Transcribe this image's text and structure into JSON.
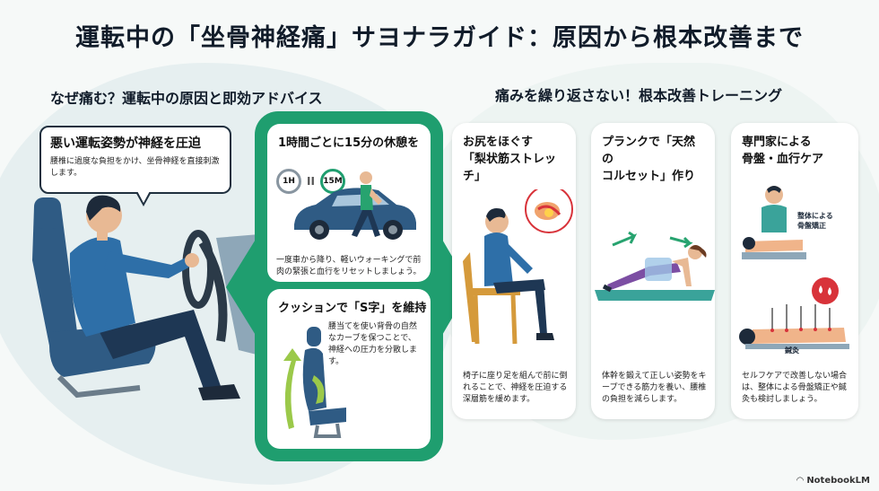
{
  "title": "運転中の「坐骨神経痛」サヨナラガイド：原因から根本改善まで",
  "left_section": {
    "title": "なぜ痛む？運転中の原因と即効アドバイス",
    "bubble": {
      "heading": "悪い運転姿勢が神経を圧迫",
      "text": "腰椎に過度な負担をかけ、坐骨神経を直接刺激します。"
    },
    "tips": [
      {
        "heading": "1時間ごとに15分の休憩を",
        "timer_1": "1H",
        "timer_2": "15M",
        "pause_symbol": "II",
        "text": "一度車から降り、軽いウォーキングで前肉の緊張と血行をリセットしましょう。"
      },
      {
        "heading": "クッションで「S字」を維持",
        "text": "腰当てを使い背骨の自然なカーブを保つことで、神経への圧力を分散します。"
      }
    ]
  },
  "right_section": {
    "title": "痛みを繰り返さない！根本改善トレーニング",
    "cards": [
      {
        "heading_line1": "お尻をほぐす",
        "heading_line2": "「梨状筋ストレッチ」",
        "text": "椅子に座り足を組んで前に倒れることで、神経を圧迫する深層筋を緩めます。"
      },
      {
        "heading_line1": "プランクで「天然の",
        "heading_line2": "コルセット」作り",
        "text": "体幹を鍛えて正しい姿勢をキープできる筋力を養い、腰椎の負担を減らします。"
      },
      {
        "heading_line1": "専門家による",
        "heading_line2": "骨盤・血行ケア",
        "label_seitai_1": "整体による",
        "label_seitai_2": "骨盤矯正",
        "label_shinkyu": "鍼灸",
        "text": "セルフケアで改善しない場合は、整体による骨盤矯正や鍼灸も検討しましょう。"
      }
    ]
  },
  "brand": "NotebookLM",
  "colors": {
    "accent_green": "#1f9e6f",
    "navy": "#20303f",
    "seat_blue": "#2f5b84",
    "shirt_blue": "#2e6fa8",
    "mat_teal": "#3aa39a",
    "red": "#d8333a"
  }
}
